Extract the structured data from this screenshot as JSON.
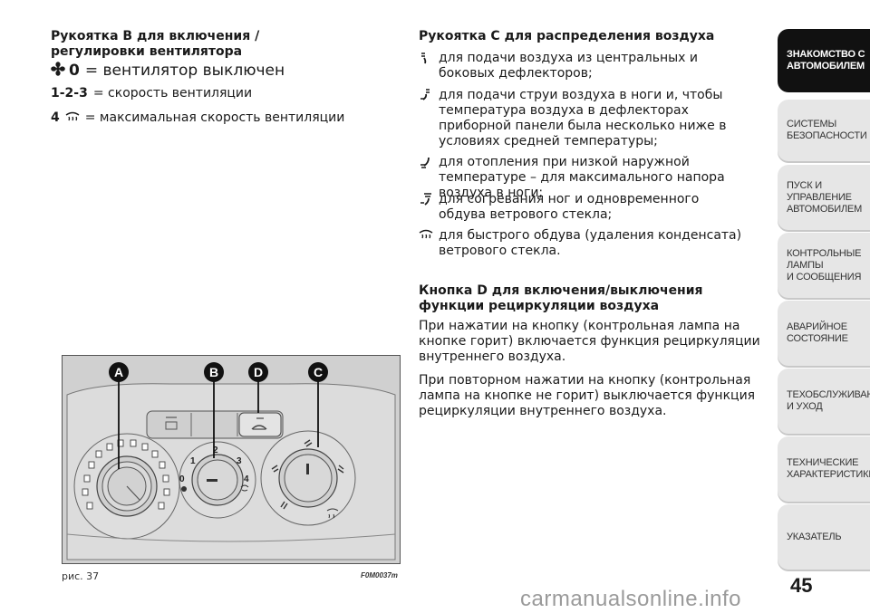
{
  "left": {
    "heading": "Рукоятка B для включения / регулировки вентилятора",
    "off_value": "0",
    "off_text": "= вентилятор выключен",
    "speeds_value": "1-2-3",
    "speeds_text": "= скорость вентиляции",
    "max_value": "4",
    "max_text": "= максимальная скорость вентиляции"
  },
  "right": {
    "heading_c": "Рукоятка C для распределения воздуха",
    "items": [
      {
        "icon": "airflow-face-icon",
        "text": "для подачи воздуха из центральных и боковых дефлекторов;"
      },
      {
        "icon": "airflow-face-feet-icon",
        "text": "для подачи струи воздуха в ноги и, чтобы температура воздуха в дефлекторах приборной панели была несколько ниже в условиях средней температуры;"
      },
      {
        "icon": "airflow-feet-icon",
        "text": "для отопления при низкой наружной температуре – для максимального напора воздуха в ноги;"
      },
      {
        "icon": "airflow-feet-windscreen-icon",
        "text": "для согревания ног и одновременного обдува ветрового стекла;"
      },
      {
        "icon": "windscreen-defrost-icon",
        "text": "для быстрого обдува (удаления конденсата) ветрового стекла."
      }
    ],
    "heading_d": "Кнопка D для включения/выключения функции рециркуляции воздуха",
    "para1": "При нажатии на кнопку (контрольная лампа на кнопке горит) включается функция рециркуляции внутреннего воздуха.",
    "para2": "При повторном нажатии на кнопку (контрольная лампа на кнопке не горит) выключается функция рециркуляции внутреннего воздуха."
  },
  "figure": {
    "caption": "рис. 37",
    "code": "F0M0037m",
    "labels": [
      "A",
      "B",
      "D",
      "C"
    ],
    "fan_ticks": [
      "0",
      "1",
      "2",
      "3",
      "4"
    ]
  },
  "nav": {
    "tabs": [
      "ЗНАКОМСТВО С\nАВТОМОБИЛЕМ",
      "СИСТЕМЫ\nБЕЗОПАСНОСТИ",
      "ПУСК И УПРАВЛЕНИЕ\nАВТОМОБИЛЕМ",
      "КОНТРОЛЬНЫЕ\nЛАМПЫ\nИ СООБЩЕНИЯ",
      "АВАРИЙНОЕ\nСОСТОЯНИЕ",
      "ТЕХОБСЛУЖИВАНИЕ\nИ УХОД",
      "ТЕХНИЧЕСКИЕ\nХАРАКТЕРИСТИКИ",
      "УКАЗАТЕЛЬ"
    ]
  },
  "page_number": "45",
  "watermark": "carmanualsonline.info"
}
